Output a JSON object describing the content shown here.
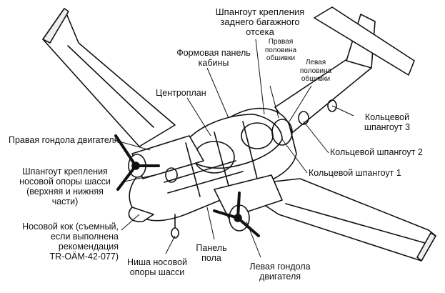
{
  "labels": {
    "rear_bulkhead": [
      "Шпангоут крепления",
      "заднего багажного",
      "отсека"
    ],
    "right_skin": [
      "Правая",
      "половина",
      "обшивки"
    ],
    "left_skin": [
      "Левая",
      "половина",
      "обшивки"
    ],
    "cabin_panel": [
      "Формовая панель",
      "кабины"
    ],
    "center_section": "Центроплан",
    "ring_frame_3": [
      "Кольцевой",
      "шпангоут 3"
    ],
    "right_nacelle": "Правая гондола двигателя",
    "ring_frame_2": "Кольцевой шпангоут 2",
    "ring_frame_1": "Кольцевой шпангоут 1",
    "nose_gear_bulkhead": [
      "Шпангоут крепления",
      "носовой опоры шасси",
      "(верхняя и нижняя",
      "части)"
    ],
    "nose_cone": [
      "Носовой кок (съемный,",
      "если выполнена",
      "рекомендация",
      "TR-OÄM-42-077)"
    ],
    "nose_gear_well": [
      "Ниша носовой",
      "опоры шасси"
    ],
    "floor_panel": [
      "Панель",
      "пола"
    ],
    "left_nacelle": [
      "Левая гондола",
      "двигателя"
    ]
  }
}
